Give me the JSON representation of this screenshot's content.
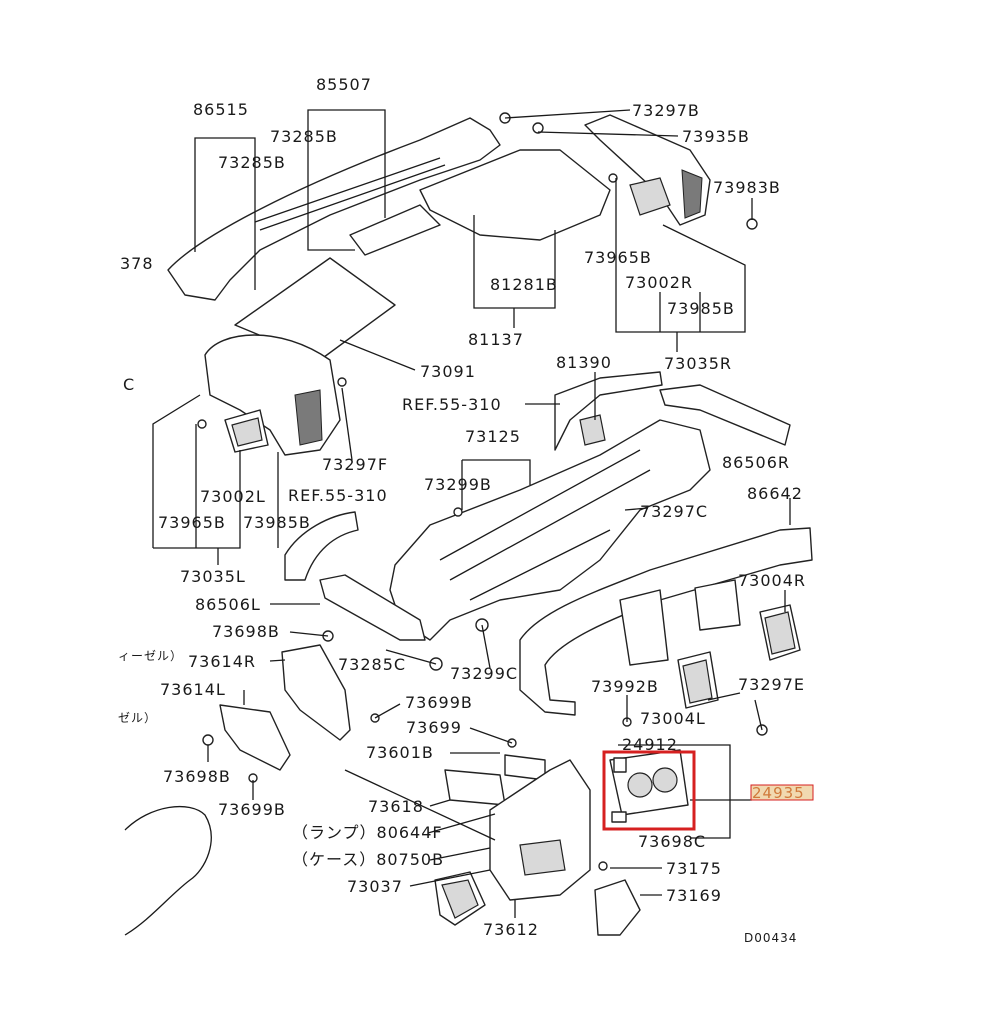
{
  "diagram_code": "D00434",
  "highlight_label": "24935",
  "labels": [
    "86515",
    "85507",
    "73285B",
    "73285B",
    "73297B",
    "73935B",
    "73983B",
    "378",
    "81281B",
    "73965B",
    "73002R",
    "73985B",
    "81137",
    "73035R",
    "73091",
    "C",
    "81390",
    "REF.55-310",
    "86506R",
    "73125",
    "73297F",
    "73299B",
    "86642",
    "73002L",
    "REF.55-310",
    "73965B",
    "73985B",
    "73297C",
    "73035L",
    "73004R",
    "86506L",
    "73698B",
    "ィーゼル）",
    "73614R",
    "73285C",
    "73299C",
    "73992B",
    "73297E",
    "73614L",
    "73004L",
    "ゼル）",
    "73699B",
    "73699",
    "24912",
    "73601B",
    "73698B",
    "73618",
    "73699B",
    "（ランプ）80644F",
    "（ケース）80750B",
    "73698C",
    "73175",
    "73037",
    "73169",
    "73612"
  ]
}
